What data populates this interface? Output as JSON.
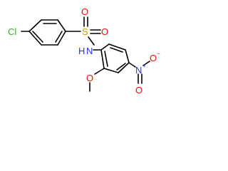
{
  "atoms": {
    "cl": {
      "text": "Cl",
      "color": "#33aa33"
    },
    "s": {
      "text": "S",
      "color": "#c8a000"
    },
    "o_sulfonyl_top": {
      "text": "O",
      "color": "#ee1100"
    },
    "o_sulfonyl_right": {
      "text": "O",
      "color": "#ee1100"
    },
    "n_amide": {
      "text": "N",
      "color": "#2233ff"
    },
    "h_amide": {
      "text": "H",
      "color": "#2233ff"
    },
    "o_methoxy": {
      "text": "O",
      "color": "#ee1100"
    },
    "n_nitro": {
      "text": "N",
      "color": "#2233ff"
    },
    "n_nitro_charge": {
      "text": "+",
      "color": "#2233ff"
    },
    "o_nitro_top": {
      "text": "O",
      "color": "#ee1100"
    },
    "o_nitro_bottom": {
      "text": "O",
      "color": "#ee1100"
    },
    "o_nitro_charge": {
      "text": "−",
      "color": "#ee1100"
    }
  }
}
